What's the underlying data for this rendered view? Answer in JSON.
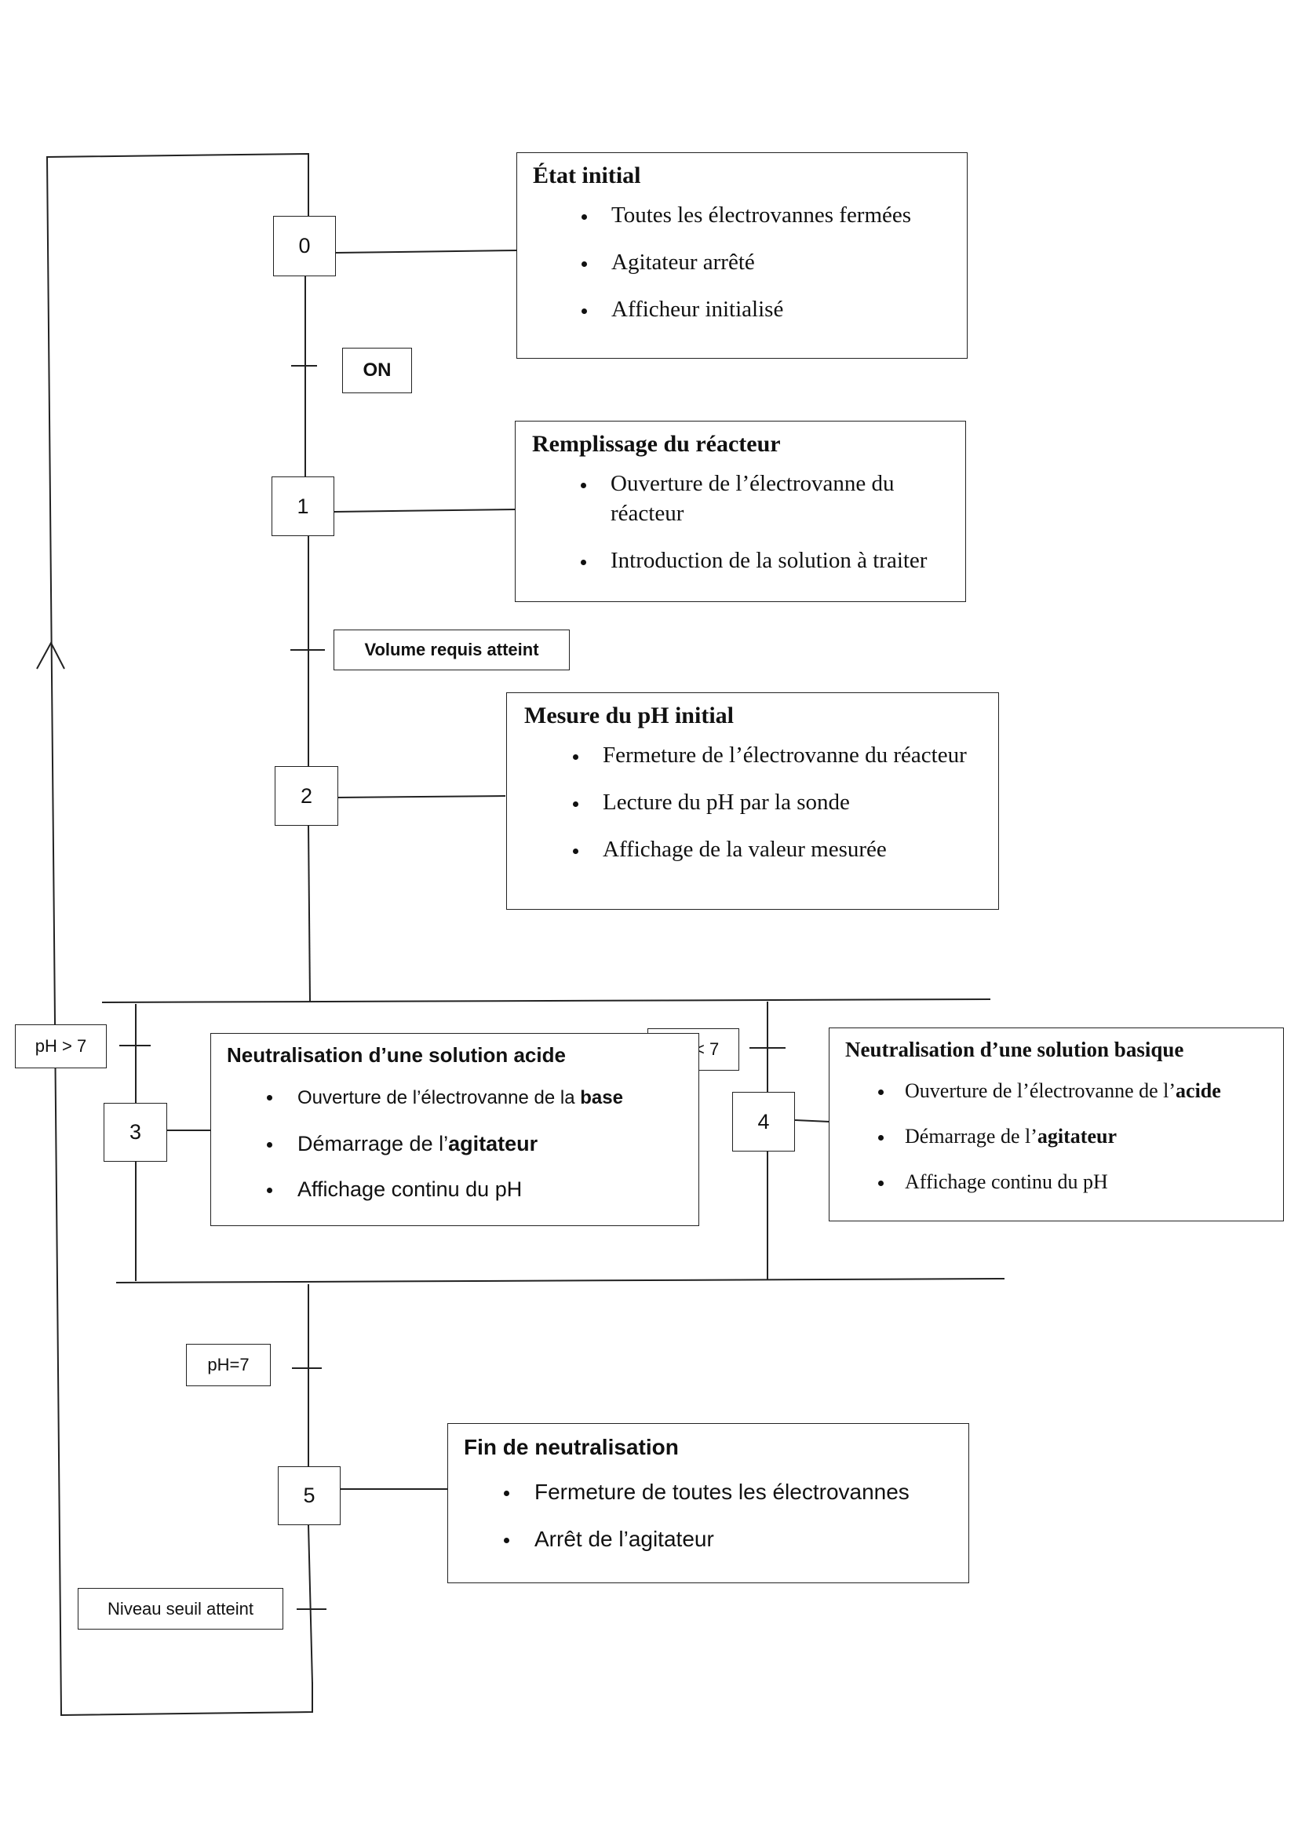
{
  "steps": [
    "0",
    "1",
    "2",
    "3",
    "4",
    "5"
  ],
  "transitions": {
    "on": "ON",
    "volume": "Volume requis atteint",
    "ph_gt": "pH > 7",
    "ph_lt": "pH < 7",
    "ph_eq": "pH=7",
    "niveau": "Niveau seuil atteint"
  },
  "actions": {
    "s0": {
      "title": "État initial",
      "items": [
        "Toutes les électrovannes fermées",
        "Agitateur arrêté",
        "Afficheur initialisé"
      ]
    },
    "s1": {
      "title": "Remplissage du réacteur",
      "items": [
        "Ouverture de l’électrovanne du réacteur",
        "Introduction de la solution à traiter"
      ]
    },
    "s2": {
      "title": "Mesure du pH initial",
      "items": [
        "Fermeture de l’électrovanne du réacteur",
        "Lecture du pH par la sonde",
        "Affichage de la valeur mesurée"
      ]
    },
    "s3": {
      "title": "Neutralisation d’une solution acide",
      "item1_pre": "Ouverture de l’électrovanne de la ",
      "item1_bold": "base",
      "item2_pre": "Démarrage de l’",
      "item2_bold": "agitateur",
      "item3": "Affichage continu du pH"
    },
    "s4": {
      "title": "Neutralisation d’une solution basique",
      "item1_pre": "Ouverture de l’électrovanne de l’",
      "item1_bold": "acide",
      "item2_pre": "Démarrage de l’",
      "item2_bold": "agitateur",
      "item3": "Affichage continu du pH"
    },
    "s5": {
      "title": "Fin de neutralisation",
      "items": [
        "Fermeture de toutes les électrovannes",
        "Arrêt de l’agitateur"
      ]
    }
  }
}
